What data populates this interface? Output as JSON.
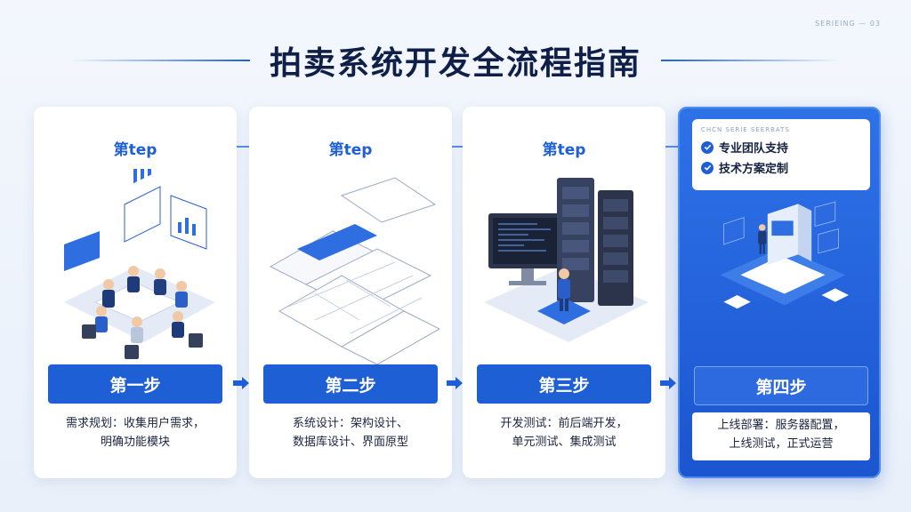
{
  "header": {
    "corner_text": "SERIEING — 03",
    "title": "拍卖系统开发全流程指南"
  },
  "steps": [
    {
      "tag": "第tep",
      "button": "第一步",
      "desc_line1": "需求规划：收集用户需求，",
      "desc_line2": "明确功能模块"
    },
    {
      "tag": "第tep",
      "button": "第二步",
      "desc_line1": "系统设计：架构设计、",
      "desc_line2": "数据库设计、界面原型"
    },
    {
      "tag": "第tep",
      "button": "第三步",
      "desc_line1": "开发测试：前后端开发，",
      "desc_line2": "单元测试、集成测试"
    },
    {
      "tag": "",
      "button": "第四步",
      "desc_line1": "上线部署：服务器配置，",
      "desc_line2": "上线测试，正式运营"
    }
  ],
  "support": {
    "header": "CHCN SERIE SEERBATS",
    "items": [
      "专业团队支持",
      "技术方案定制"
    ]
  },
  "colors": {
    "primary": "#1f5fd6",
    "title": "#0f1f47",
    "background": "#eef3fb"
  }
}
